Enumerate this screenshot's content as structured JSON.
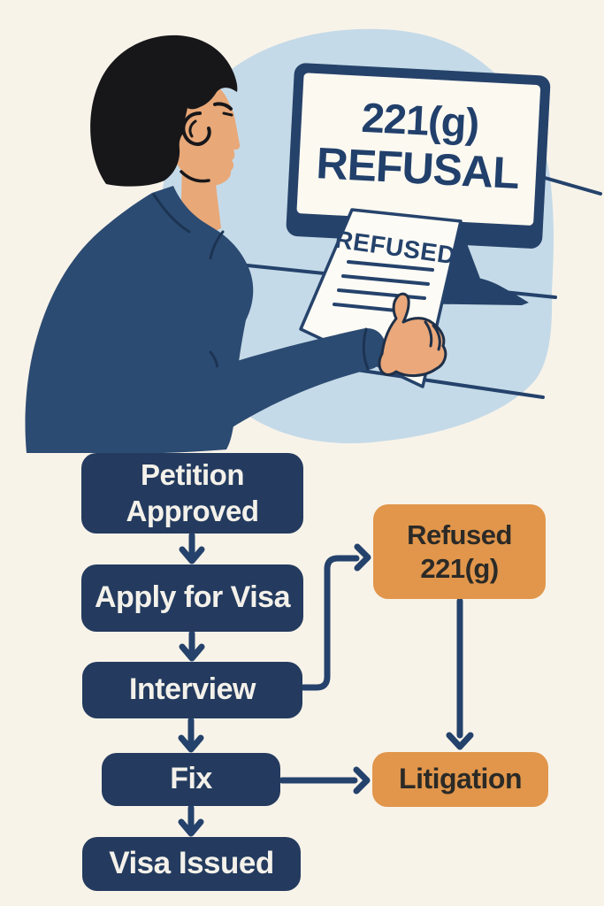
{
  "illustration": {
    "screen_line1": "221(g)",
    "screen_line2": "REFUSAL",
    "paper_title": "REFUSED"
  },
  "flowchart": {
    "nodes": {
      "petition": "Petition Approved",
      "apply": "Apply for Visa",
      "interview": "Interview",
      "fix": "Fix",
      "visa": "Visa Issued",
      "refused": "Refused 221(g)",
      "litigation": "Litigation"
    }
  },
  "colors": {
    "navy_box": "#243b5f",
    "navy_line": "#24426b",
    "orange": "#e1964b",
    "cream_background": "#f8f3e9",
    "light_blue": "#c5dae8",
    "jacket_navy": "#2c4b72",
    "skin": "#eba87a",
    "hair_black": "#17171a",
    "screen_white": "#fcf9f1",
    "text_light": "#f4f1ea",
    "text_dark": "#2b2a27"
  }
}
